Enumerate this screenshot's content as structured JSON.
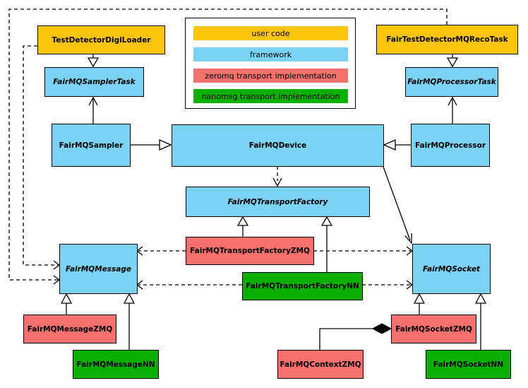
{
  "diagram_type": "uml-class-diagram",
  "colors": {
    "user": "#fcc30b",
    "framework": "#7bd2f2",
    "zmq": "#f4716e",
    "nn": "#0cae00",
    "border": "#000000",
    "background": "#ffffff"
  },
  "legend": {
    "items": [
      {
        "label": "user code",
        "color": "#fcc30b",
        "category": "user"
      },
      {
        "label": "framework",
        "color": "#7bd2f2",
        "category": "framework"
      },
      {
        "label": "zeromq transport implementation",
        "color": "#f4716e",
        "category": "zmq"
      },
      {
        "label": "nanomsg transport implementation",
        "color": "#0cae00",
        "category": "nn"
      }
    ]
  },
  "nodes": {
    "testDetectorDigiLoader": {
      "label": "TestDetectorDigiLoader",
      "category": "user",
      "abstract": false
    },
    "fairTestDetectorMQRecoTask": {
      "label": "FairTestDetectorMQRecoTask",
      "category": "user",
      "abstract": false
    },
    "fairMQSamplerTask": {
      "label": "FairMQSamplerTask",
      "category": "framework",
      "abstract": true
    },
    "fairMQProcessorTask": {
      "label": "FairMQProcessorTask",
      "category": "framework",
      "abstract": true
    },
    "fairMQSampler": {
      "label": "FairMQSampler",
      "category": "framework",
      "abstract": false
    },
    "fairMQDevice": {
      "label": "FairMQDevice",
      "category": "framework",
      "abstract": false
    },
    "fairMQProcessor": {
      "label": "FairMQProcessor",
      "category": "framework",
      "abstract": false
    },
    "fairMQTransportFactory": {
      "label": "FairMQTransportFactory",
      "category": "framework",
      "abstract": true
    },
    "fairMQMessage": {
      "label": "FairMQMessage",
      "category": "framework",
      "abstract": true
    },
    "fairMQSocket": {
      "label": "FairMQSocket",
      "category": "framework",
      "abstract": true
    },
    "fairMQTransportFactoryZMQ": {
      "label": "FairMQTransportFactoryZMQ",
      "category": "zmq",
      "abstract": false
    },
    "fairMQTransportFactoryNN": {
      "label": "FairMQTransportFactoryNN",
      "category": "nn",
      "abstract": false
    },
    "fairMQMessageZMQ": {
      "label": "FairMQMessageZMQ",
      "category": "zmq",
      "abstract": false
    },
    "fairMQMessageNN": {
      "label": "FairMQMessageNN",
      "category": "nn",
      "abstract": false
    },
    "fairMQContextZMQ": {
      "label": "FairMQContextZMQ",
      "category": "zmq",
      "abstract": false
    },
    "fairMQSocketZMQ": {
      "label": "FairMQSocketZMQ",
      "category": "zmq",
      "abstract": false
    },
    "fairMQSocketNN": {
      "label": "FairMQSocketNN",
      "category": "nn",
      "abstract": false
    }
  },
  "edges": [
    {
      "from": "TestDetectorDigiLoader",
      "to": "FairMQSamplerTask",
      "type": "inheritance"
    },
    {
      "from": "FairTestDetectorMQRecoTask",
      "to": "FairMQProcessorTask",
      "type": "inheritance"
    },
    {
      "from": "FairMQSampler",
      "to": "FairMQSamplerTask",
      "type": "association"
    },
    {
      "from": "FairMQProcessor",
      "to": "FairMQProcessorTask",
      "type": "association"
    },
    {
      "from": "FairMQSampler",
      "to": "FairMQDevice",
      "type": "inheritance"
    },
    {
      "from": "FairMQProcessor",
      "to": "FairMQDevice",
      "type": "inheritance"
    },
    {
      "from": "FairMQDevice",
      "to": "FairMQTransportFactory",
      "type": "dependency"
    },
    {
      "from": "FairMQDevice",
      "to": "FairMQSocket",
      "type": "association"
    },
    {
      "from": "TestDetectorDigiLoader",
      "to": "FairMQMessage",
      "type": "dependency"
    },
    {
      "from": "FairTestDetectorMQRecoTask",
      "to": "FairMQMessage",
      "type": "dependency"
    },
    {
      "from": "FairMQTransportFactoryZMQ",
      "to": "FairMQTransportFactory",
      "type": "inheritance"
    },
    {
      "from": "FairMQTransportFactoryNN",
      "to": "FairMQTransportFactory",
      "type": "inheritance"
    },
    {
      "from": "FairMQTransportFactoryZMQ",
      "to": "FairMQMessage",
      "type": "dependency"
    },
    {
      "from": "FairMQTransportFactoryZMQ",
      "to": "FairMQSocket",
      "type": "dependency"
    },
    {
      "from": "FairMQTransportFactoryNN",
      "to": "FairMQMessage",
      "type": "dependency"
    },
    {
      "from": "FairMQTransportFactoryNN",
      "to": "FairMQSocket",
      "type": "dependency"
    },
    {
      "from": "FairMQMessageZMQ",
      "to": "FairMQMessage",
      "type": "inheritance"
    },
    {
      "from": "FairMQMessageNN",
      "to": "FairMQMessage",
      "type": "inheritance"
    },
    {
      "from": "FairMQSocketZMQ",
      "to": "FairMQSocket",
      "type": "inheritance"
    },
    {
      "from": "FairMQSocketNN",
      "to": "FairMQSocket",
      "type": "inheritance"
    },
    {
      "from": "FairMQSocketZMQ",
      "to": "FairMQContextZMQ",
      "type": "composition"
    }
  ]
}
